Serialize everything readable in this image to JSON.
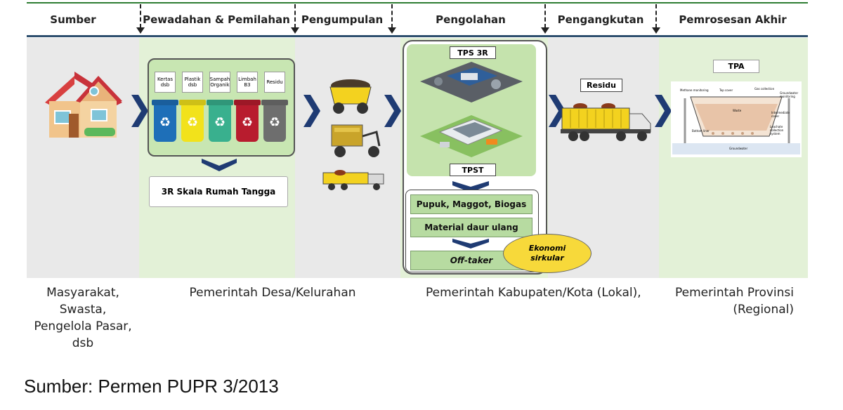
{
  "header": {
    "stages": [
      "Sumber",
      "Pewadahan & Pemilahan",
      "Pengumpulan",
      "Pengolahan",
      "Pengangkutan",
      "Pemrosesan Akhir"
    ]
  },
  "sorting": {
    "bin_labels": [
      "Kertas dsb",
      "Plastik dsb",
      "Sampah Organik",
      "Limbah B3",
      "Residu"
    ],
    "bin_colors": [
      "#1e6fb8",
      "#f2e21b",
      "#39b08e",
      "#b81c2e",
      "#6e6e6e"
    ],
    "household_3r": "3R Skala Rumah Tangga"
  },
  "processing": {
    "tps3r": "TPS 3R",
    "tpst": "TPST",
    "outputs": [
      "Pupuk, Maggot, Biogas",
      "Material daur ulang",
      "Off-taker"
    ],
    "circular_economy": "Ekonomi sirkular"
  },
  "transport": {
    "residu": "Residu"
  },
  "landfill": {
    "tpa": "TPA",
    "diagram_labels": [
      "Methane monitoring",
      "Top cover",
      "Gas collection",
      "Groundwater monitoring",
      "Waste",
      "Intermediate cover",
      "Bottom liner",
      "Leachate collection system",
      "Groundwater"
    ]
  },
  "actors": {
    "sumber": "Masyarakat, Swasta, Pengelola Pasar, dsb",
    "desa": "Pemerintah Desa/Kelurahan",
    "kabupaten": "Pemerintah Kabupaten/Kota (Lokal),",
    "provinsi": "Pemerintah Provinsi (Regional)"
  },
  "source_note": "Sumber: Permen PUPR 3/2013",
  "colors": {
    "band_gray": "#e9e9e9",
    "band_green": "#e3f1d7",
    "chevron": "#1f3b73",
    "header_line": "#2e4f6e",
    "output_green": "#b7dba1",
    "eco_yellow": "#f7d93a"
  }
}
